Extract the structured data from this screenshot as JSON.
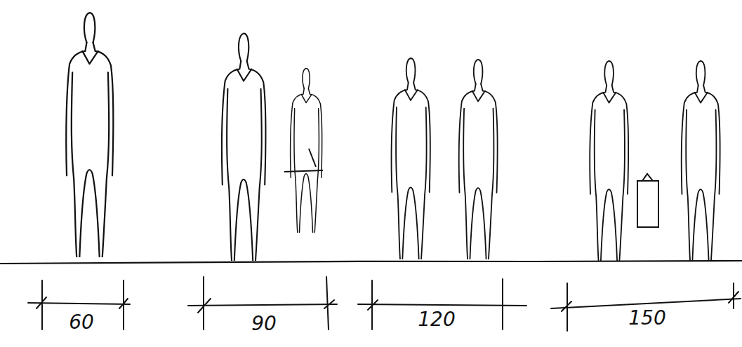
{
  "diagram": {
    "labels": [
      "60",
      "90",
      "120",
      "150"
    ]
  }
}
